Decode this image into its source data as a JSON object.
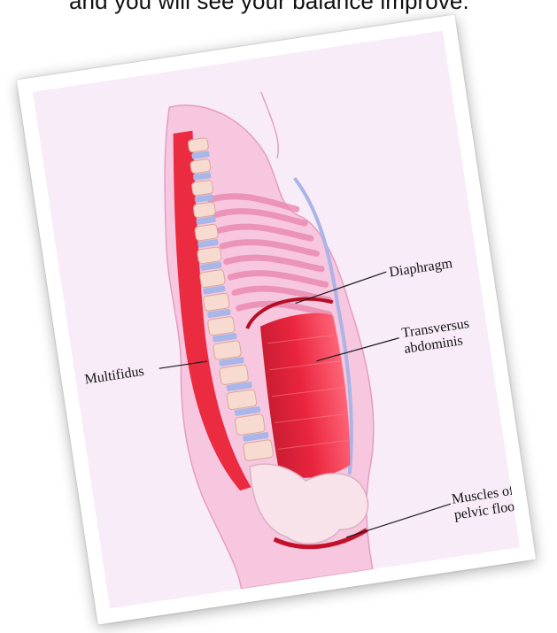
{
  "caption": "and you will see your balance improve.",
  "labels": {
    "diaphragm": "Diaphragm",
    "multifidus": "Multifidus",
    "transversus_line1": "Transversus",
    "transversus_line2": "abdominis",
    "pelvic_line1": "Muscles of",
    "pelvic_line2": "pelvic floor"
  },
  "colors": {
    "background": "#f7ecf7",
    "body": "#f6c9e2",
    "muscle_red": "#e4102a",
    "vertebra": "#f6d9cf",
    "disc": "#a9b6e6"
  }
}
